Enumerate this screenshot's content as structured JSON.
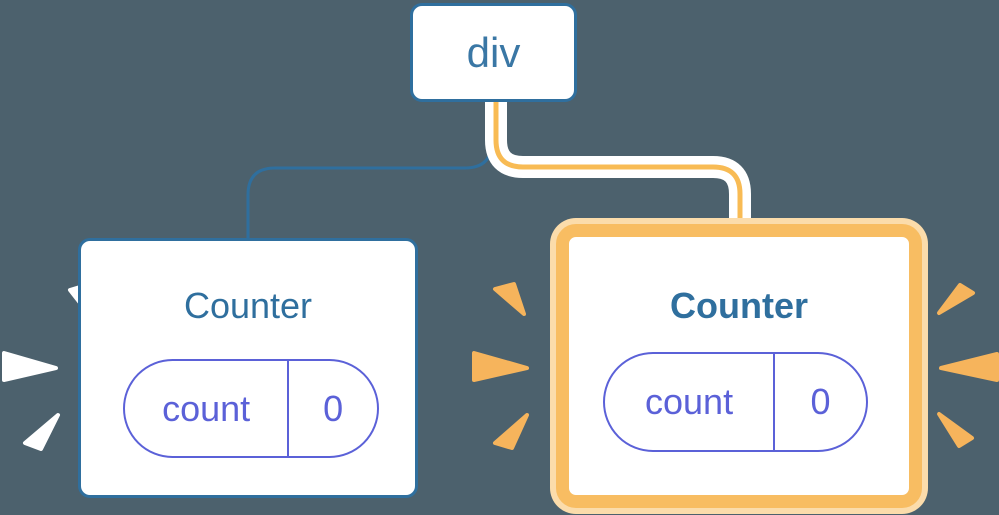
{
  "colors": {
    "bg": "#4c616d",
    "blue": "#2f6f9e",
    "blue-text": "#3a77a5",
    "indigo": "#5b61d8",
    "orange-ring": "#f8bd62",
    "orange-halo": "#fbdcab",
    "yellow-line": "#f8bb54",
    "spark-orange": "#f6b45c",
    "spark-white": "#ffffff",
    "card-bg": "#ffffff"
  },
  "tree": {
    "root": {
      "label": "div"
    },
    "children": [
      {
        "title": "Counter",
        "state_key": "count",
        "state_value": "0",
        "highlighted": false
      },
      {
        "title": "Counter",
        "state_key": "count",
        "state_value": "0",
        "highlighted": true
      }
    ]
  }
}
